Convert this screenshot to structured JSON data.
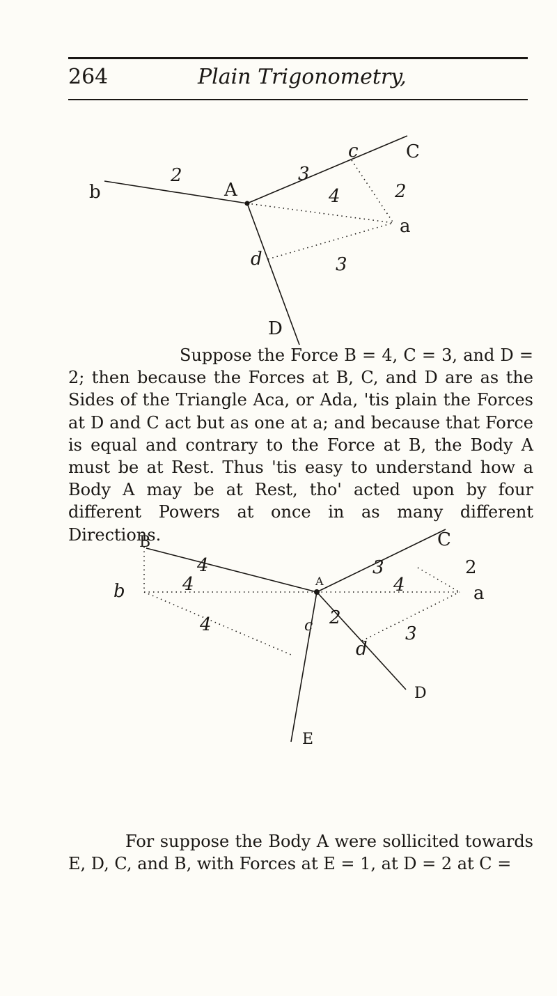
{
  "header": {
    "page_number": "264",
    "running_title": "Plain Trigonometry,"
  },
  "figure1": {
    "labels": {
      "b": "b",
      "sq2": "2",
      "A": "A",
      "fig3": "3",
      "c": "c",
      "C": "C",
      "sq2b": "2",
      "fig4": "4",
      "a": "a",
      "d": "d",
      "fig3b": "3",
      "D": "D"
    }
  },
  "paragraph1": "Suppose the Force B = 4, C = 3, and D = 2; then because the Forces at B, C, and D are as the Sides of the Triangle Aca, or Ada, 'tis plain the Forces at D and C act but as one at a; and because that Force is equal and contrary to the Force at B, the Body A must be at Rest. Thus 'tis easy to understand how a Body A may be at Rest, tho' acted upon by four different Powers at once in as many different Directions.",
  "figure2": {
    "labels": {
      "C": "C",
      "B": "B",
      "fig4": "4",
      "fig3": "3",
      "fig2": "2",
      "b": "b",
      "fig4b": "4",
      "A": "A",
      "fig4c": "4",
      "a": "a",
      "fig4d": "4",
      "c": "c",
      "fig2b": "2",
      "fig3b": "3",
      "d": "d",
      "D": "D",
      "E": "E"
    }
  },
  "paragraph2": "For suppose the Body A were sollicited towards E, D, C, and B, with Forces at E = 1, at D = 2 at C ="
}
